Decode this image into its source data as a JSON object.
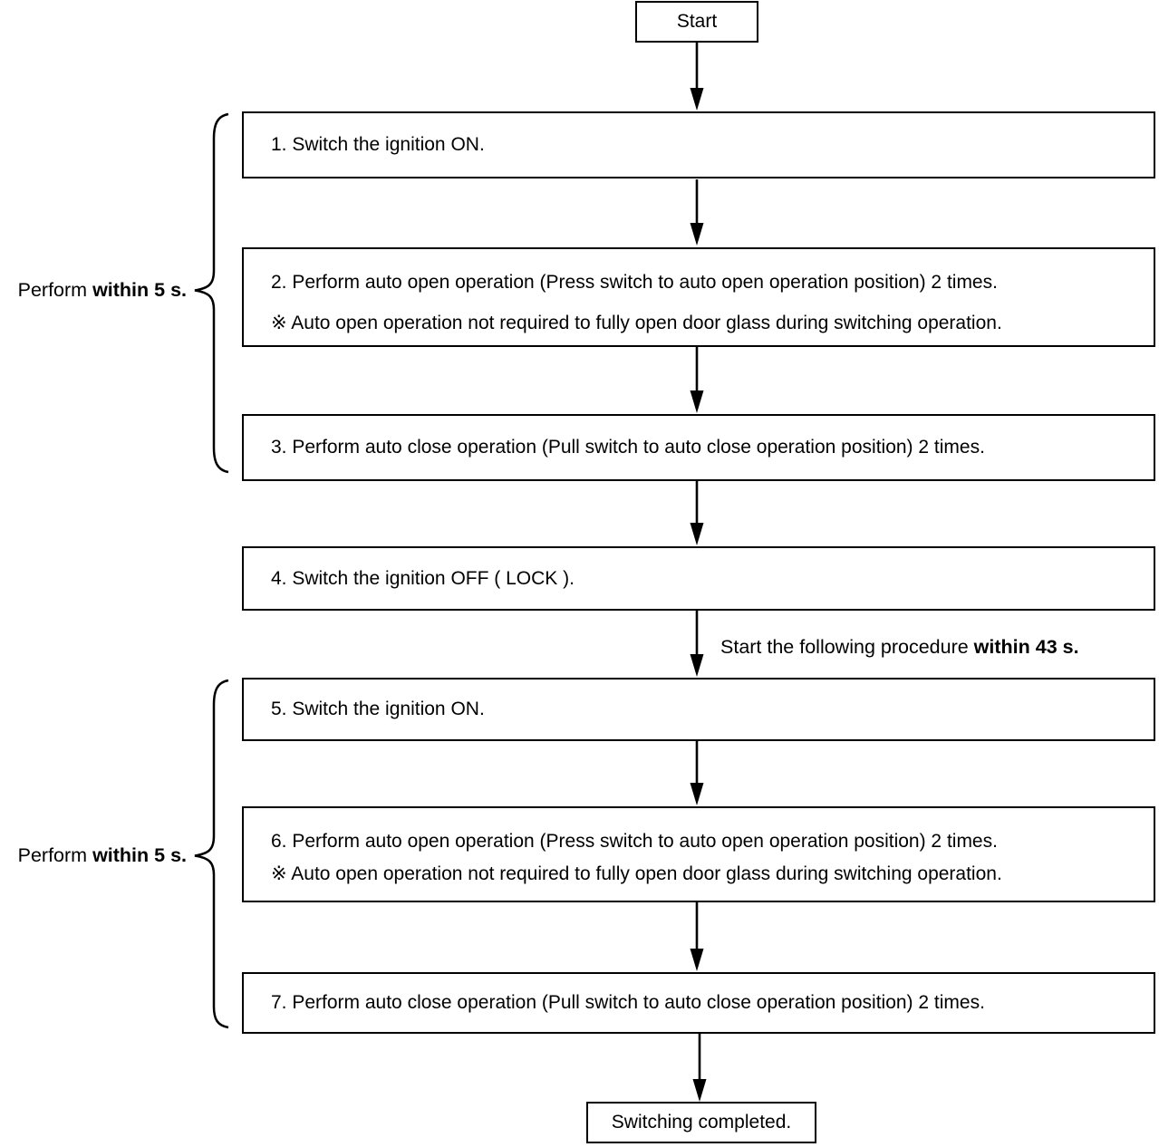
{
  "diagram": {
    "start_label": "Start",
    "end_label": "Switching completed.",
    "steps": [
      {
        "text": "1. Switch the ignition ON."
      },
      {
        "text": "2. Perform auto open operation (Press switch to auto open operation position) 2 times.",
        "note": "※ Auto open operation not required to fully open door glass during switching operation."
      },
      {
        "text": "3. Perform auto close operation (Pull switch to auto close operation position) 2 times."
      },
      {
        "text": "4. Switch the ignition OFF ( LOCK )."
      },
      {
        "text": "5. Switch the ignition ON."
      },
      {
        "text": "6. Perform auto open operation (Press switch to auto open operation position) 2 times.",
        "note": "※ Auto open operation not required to fully open door glass during switching operation."
      },
      {
        "text": "7. Perform auto close operation (Pull switch to auto close operation position) 2 times."
      }
    ],
    "brace_labels": [
      {
        "prefix": "Perform ",
        "bold": "within 5 s."
      },
      {
        "prefix": "Perform ",
        "bold": "within 5 s."
      }
    ],
    "arrow_label": {
      "prefix": "Start the following procedure ",
      "bold": "within 43 s."
    },
    "colors": {
      "line": "#000000",
      "background": "#ffffff"
    }
  }
}
